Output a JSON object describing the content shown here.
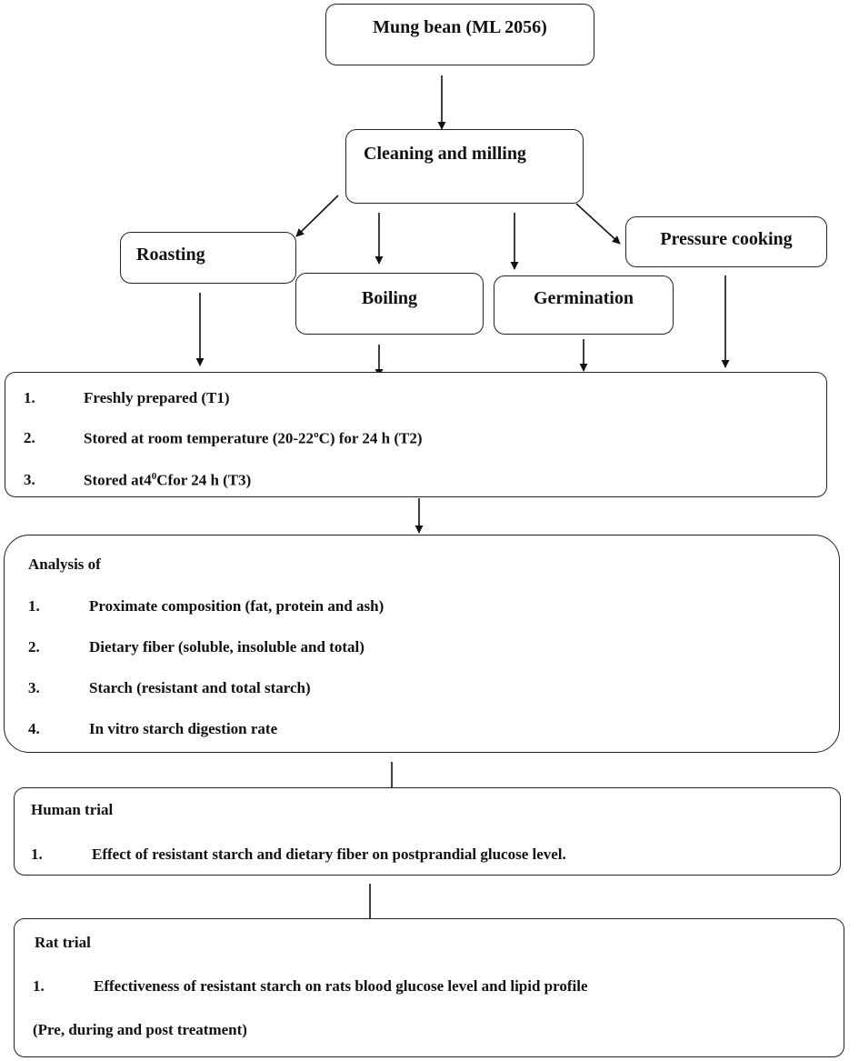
{
  "nodes": {
    "source": "Mung bean (ML 2056)",
    "cleaning": "Cleaning and milling",
    "roasting": "Roasting",
    "boiling": "Boiling",
    "germination": "Germination",
    "pressure": "Pressure cooking"
  },
  "storage": {
    "items": [
      {
        "num": "1.",
        "text": "Freshly prepared (T1)"
      },
      {
        "num": "2.",
        "text_a": "Stored at room temperature (20-22",
        "sup": "o",
        "text_b": "C) for 24 h (T2)"
      },
      {
        "num": "3.",
        "text_a": "Stored at4",
        "sup": "0",
        "text_b": "Cfor 24 h (T3)"
      }
    ]
  },
  "analysis": {
    "heading": "Analysis of",
    "items": [
      {
        "num": "1.",
        "text": "Proximate composition (fat, protein and ash)"
      },
      {
        "num": "2.",
        "text": "Dietary fiber (soluble, insoluble and total)"
      },
      {
        "num": "3.",
        "text": "Starch (resistant and total starch)"
      },
      {
        "num": "4.",
        "text": "In vitro starch digestion rate"
      }
    ]
  },
  "human": {
    "heading": "Human trial",
    "items": [
      {
        "num": "1.",
        "text": "Effect of resistant starch and dietary fiber on postprandial glucose level."
      }
    ]
  },
  "rat": {
    "heading": "Rat trial",
    "items": [
      {
        "num": "1.",
        "text": "Effectiveness of resistant starch on rats blood glucose level and lipid profile"
      }
    ],
    "note": "(Pre, during and post treatment)"
  }
}
